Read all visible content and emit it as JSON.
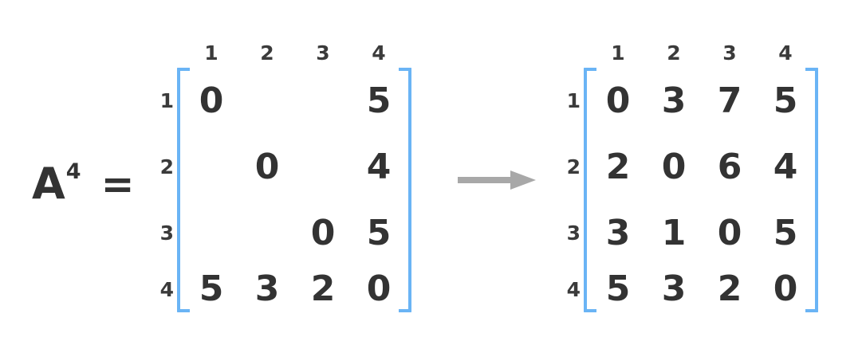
{
  "equation": {
    "base": "A",
    "exponent": "4",
    "equals": "="
  },
  "arrow": {
    "name": "right-arrow",
    "color": "#a8a8a8"
  },
  "colors": {
    "bracket": "#6ab4f5",
    "text": "#333333",
    "arrow": "#a8a8a8",
    "background": "transparent"
  },
  "matrices": [
    {
      "id": "left",
      "title": "A4 partial matrix",
      "col_headers": [
        "1",
        "2",
        "3",
        "4"
      ],
      "row_headers": [
        "1",
        "2",
        "3",
        "4"
      ],
      "rows": [
        [
          "0",
          "",
          "",
          "5"
        ],
        [
          "",
          "0",
          "",
          "4"
        ],
        [
          "",
          "",
          "0",
          "5"
        ],
        [
          "5",
          "3",
          "2",
          "0"
        ]
      ]
    },
    {
      "id": "right",
      "title": "A4 completed matrix",
      "col_headers": [
        "1",
        "2",
        "3",
        "4"
      ],
      "row_headers": [
        "1",
        "2",
        "3",
        "4"
      ],
      "rows": [
        [
          "0",
          "3",
          "7",
          "5"
        ],
        [
          "2",
          "0",
          "6",
          "4"
        ],
        [
          "3",
          "1",
          "0",
          "5"
        ],
        [
          "5",
          "3",
          "2",
          "0"
        ]
      ]
    }
  ]
}
